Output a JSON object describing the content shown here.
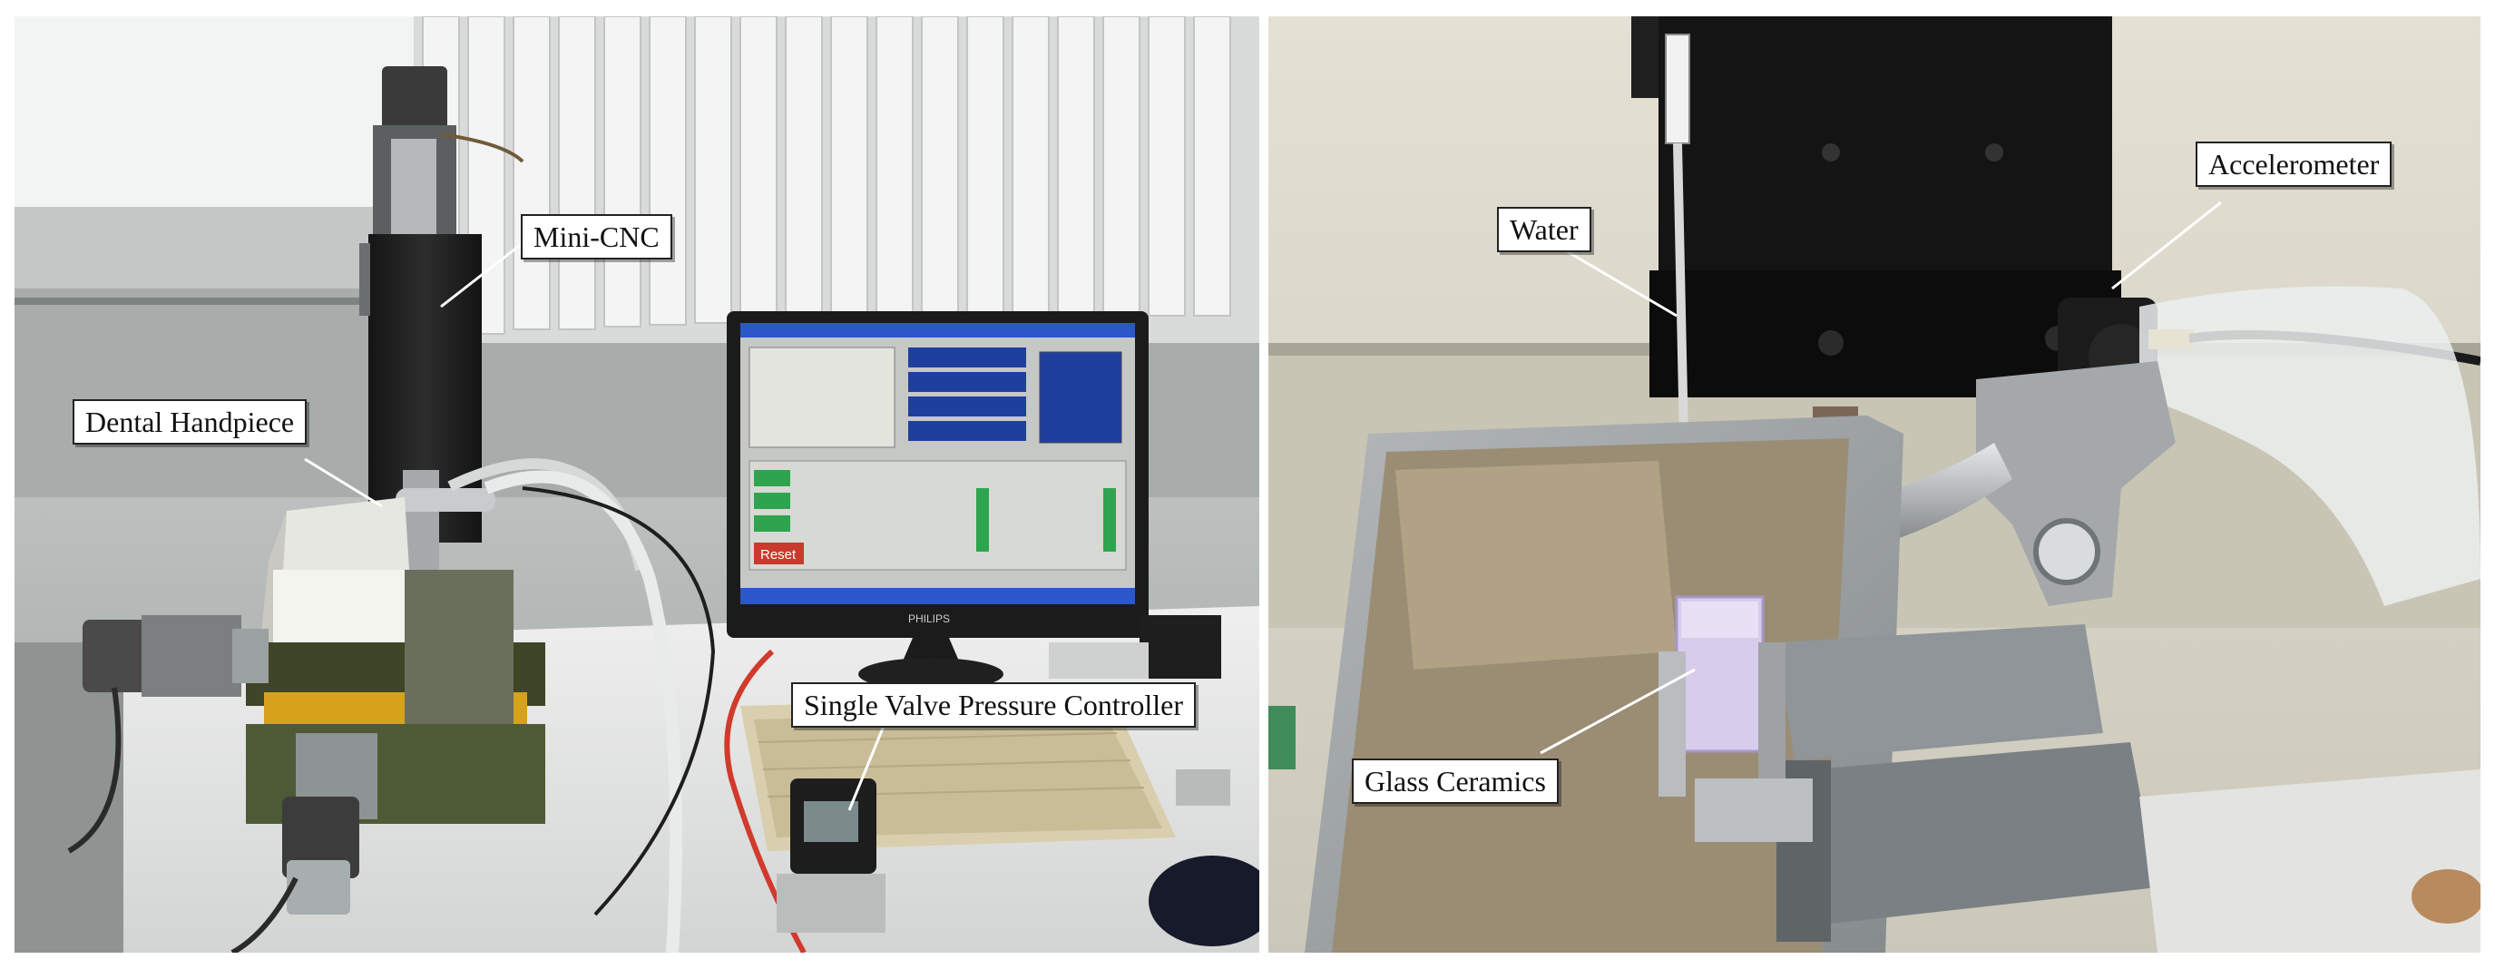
{
  "labels": {
    "mini_cnc": "Mini-CNC",
    "dental_handpiece": "Dental Handpiece",
    "pressure_controller": "Single Valve Pressure Controller",
    "water": "Water",
    "accelerometer": "Accelerometer",
    "glass_ceramics": "Glass Ceramics"
  },
  "monitor": {
    "brand": "PHILIPS",
    "reset_label": "Reset"
  },
  "colors": {
    "callout_bg": "#ffffff",
    "callout_border": "#222222",
    "leader_line": "#ffffff",
    "screen_blue": "#1f3f9e",
    "screen_green": "#2ea44f",
    "stepper_yellow": "#d6a21c",
    "machine_green": "#4e5a36"
  }
}
